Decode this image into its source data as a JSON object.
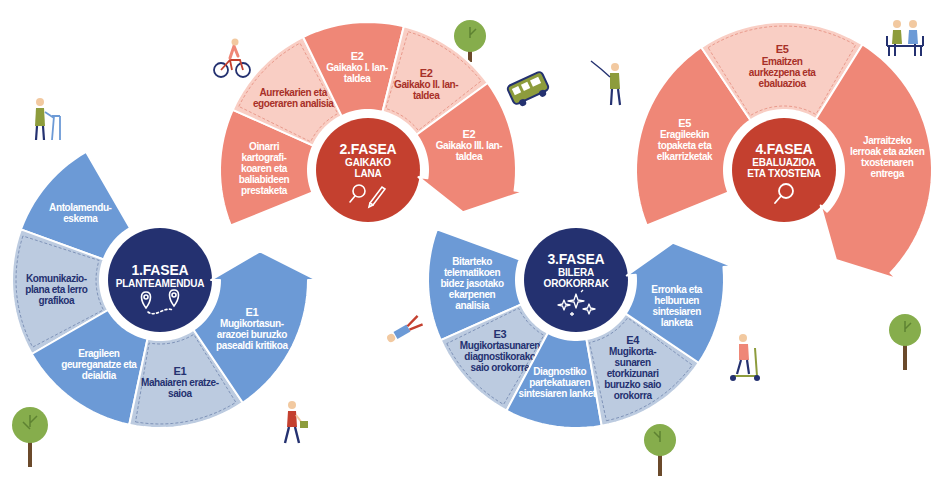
{
  "diagram": {
    "nodes": [
      {
        "text": [
          "1.FASEA",
          "PLANTEAMENDUA"
        ]
      },
      {
        "text": [
          "Antolamendu- eskema"
        ]
      },
      {
        "text": [
          "Komunikazio- plana eta lerro grafikoa"
        ]
      },
      {
        "text": [
          "Eragileen geureganatze eta deialdia"
        ]
      },
      {
        "text": [
          "E1",
          "Mahaiaren eratze-saioa"
        ]
      },
      {
        "text": [
          "E1",
          "Mugikortasun- arazoei buruzko pasealdi kritikoa"
        ]
      },
      {
        "text": [
          "2.FASEA",
          "GAIKAKO LANA"
        ]
      },
      {
        "text": [
          "Oinarri kartografi- koaren eta baliabideen prestaketa"
        ]
      },
      {
        "text": [
          "Aurrekarien eta egoeraren analisia"
        ]
      },
      {
        "text": [
          "E2",
          "Gaikako I. lan-taldea"
        ]
      },
      {
        "text": [
          "E2",
          "Gaikako II. lan-taldea"
        ]
      },
      {
        "text": [
          "E2",
          "Gaikako III. lan-taldea"
        ]
      },
      {
        "text": [
          "3.FASEA",
          "BILERA OROKORRAK"
        ]
      },
      {
        "text": [
          "Bitarteko telematikoen bidez jasotako ekarpenen analisia"
        ]
      },
      {
        "text": [
          "E3",
          "Mugikortasunaren diagnostikorako saio orokorra"
        ]
      },
      {
        "text": [
          "Diagnostiko partekatuaren sintesiaren lanketa"
        ]
      },
      {
        "text": [
          "E4",
          "Mugikorta- sunaren etorkizunari buruzko saio orokorra"
        ]
      },
      {
        "text": [
          "Erronka eta helburuen sintesiaren lanketa"
        ]
      },
      {
        "text": [
          "4.FASEA",
          "EBALUAZIOA ETA TXOSTENA"
        ]
      },
      {
        "text": [
          "E5",
          "Eragileekin topaketa eta elkarrizketak"
        ]
      },
      {
        "text": [
          "E5",
          "Emaitzen aurkezpena eta ebaluazioa"
        ]
      },
      {
        "text": [
          "Jarraitzeko lerroak eta azken txostenaren entrega"
        ]
      }
    ]
  }
}
